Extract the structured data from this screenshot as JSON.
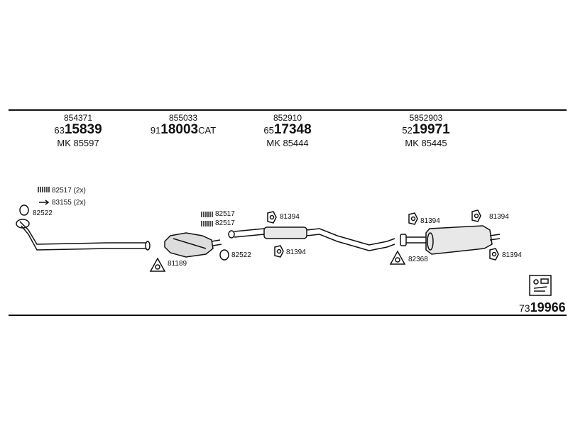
{
  "headers": [
    {
      "small": "854371",
      "prefix": "63",
      "bold": "15839",
      "suffix": "",
      "mk": "MK  85597"
    },
    {
      "small": "855033",
      "prefix": "91",
      "bold": "18003",
      "suffix": "CAT",
      "mk": ""
    },
    {
      "small": "852910",
      "prefix": "65",
      "bold": "17348",
      "suffix": "",
      "mk": "MK  85444"
    },
    {
      "small": "5852903",
      "prefix": "52",
      "bold": "19971",
      "suffix": "",
      "mk": "MK  85445"
    }
  ],
  "labels": {
    "p82517_2x": "82517 (2x)",
    "p83155_2x": "83155 (2x)",
    "p82522_a": "82522",
    "p81189": "81189",
    "p82517_a": "82517",
    "p82517_b": "82517",
    "p82522_b": "82522",
    "p81394_a": "81394",
    "p81394_b": "81394",
    "p81394_c": "81394",
    "p81394_d": "81394",
    "p81394_e": "81394",
    "p82368": "82368"
  },
  "set_number": {
    "prefix": "73",
    "bold": "19966"
  }
}
